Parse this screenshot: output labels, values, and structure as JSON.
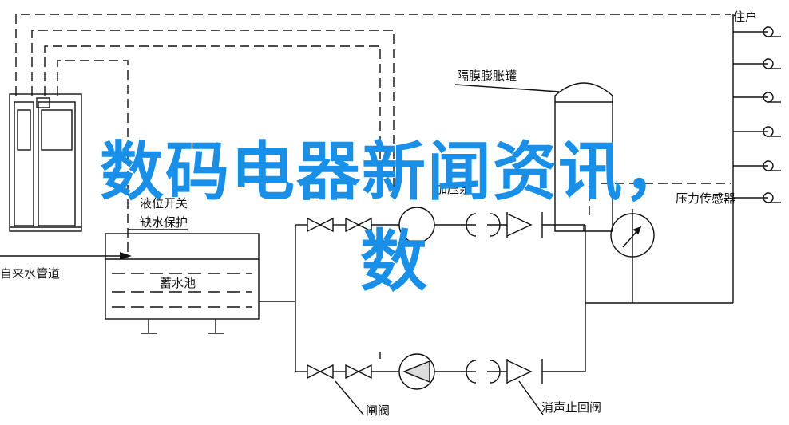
{
  "labels": {
    "residents": "住户",
    "expansion_tank": "隔膜膨胀罐",
    "pressure_pump": "加压泵",
    "sensor": "压力传感器",
    "level_switch": "液位开关",
    "water_shortage": "缺水保护",
    "tap_water_pipe": "自来水管道",
    "reservoir": "蓄水池",
    "gate_valve": "闸阀",
    "check_valve": "消声止回阀"
  },
  "overlay": {
    "line1": "数码电器新闻资讯，",
    "line2": "数"
  },
  "colors": {
    "overlay_text": "#1a8fe8",
    "lines": "#111111"
  }
}
